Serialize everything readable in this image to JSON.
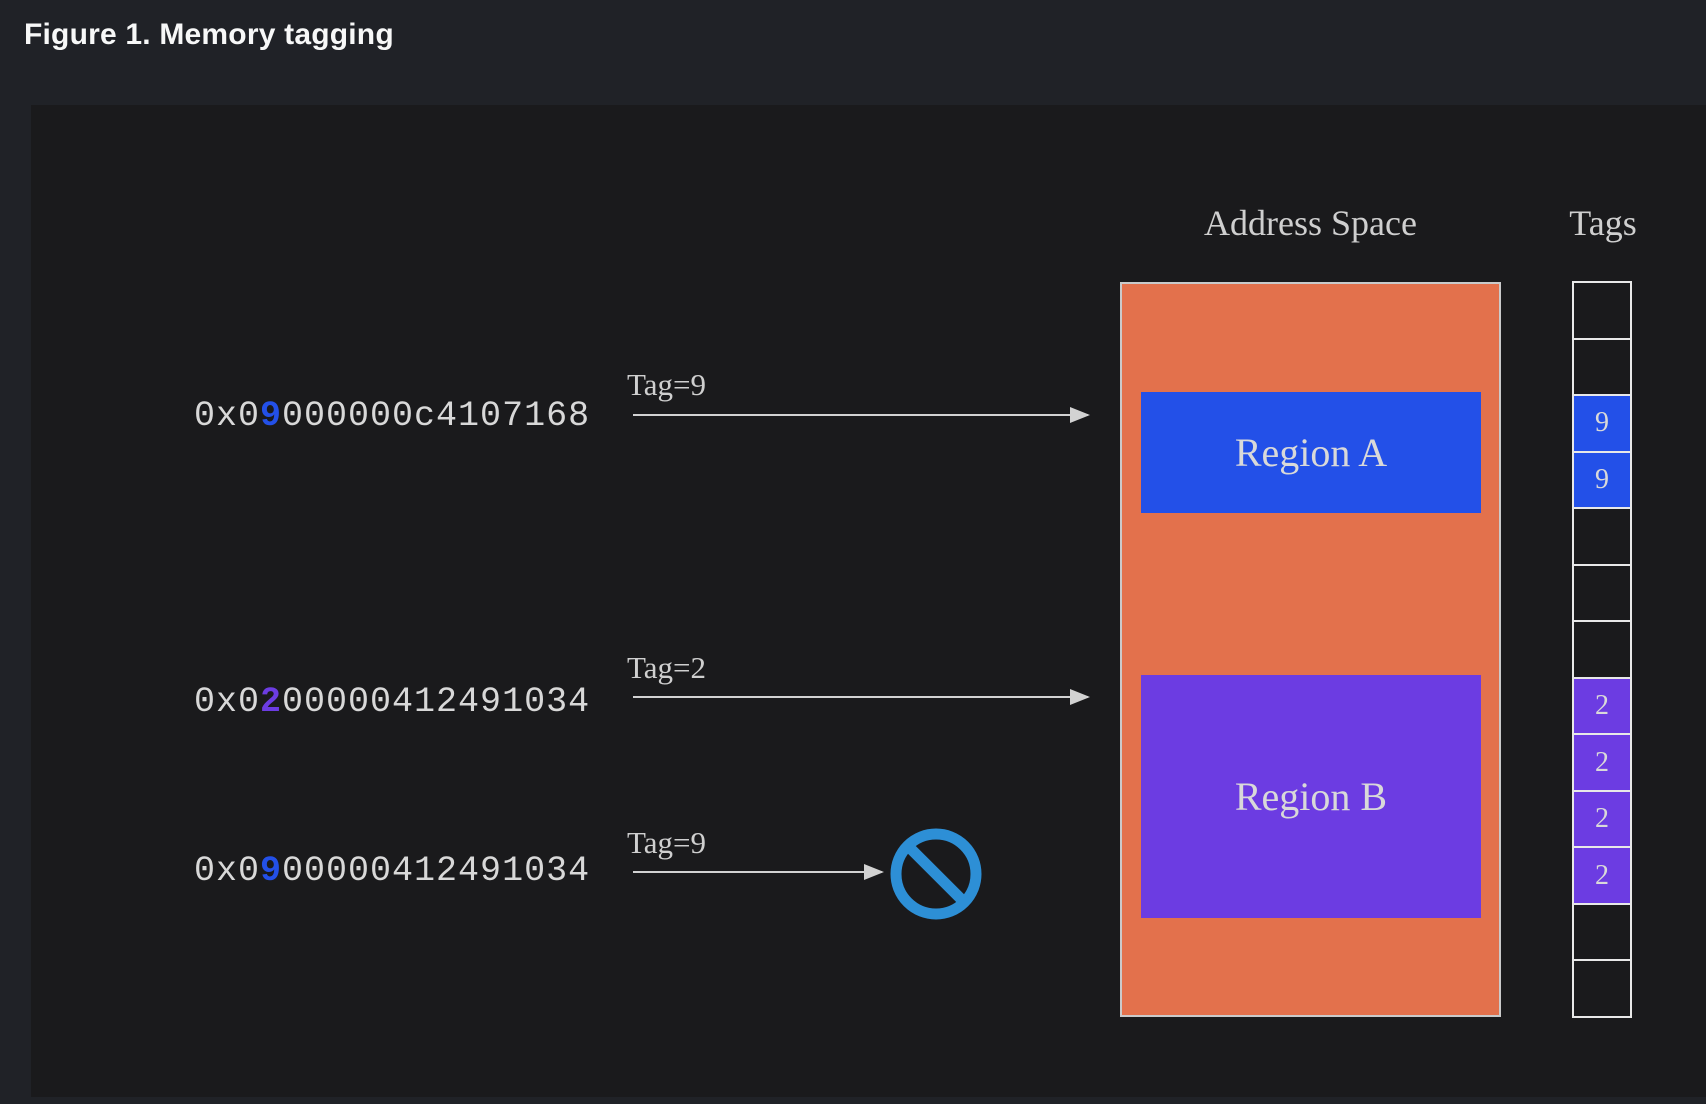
{
  "figure": {
    "title": "Figure 1. Memory tagging"
  },
  "colors": {
    "outer_bg": "#202227",
    "panel_bg": "#1a1a1c",
    "accent_blue": "#2350e8",
    "accent_purple": "#6c3ce2",
    "accent_orange": "#e3714c",
    "prohibit_blue": "#2d8fd6",
    "mono_text": "#d8d8d8",
    "serif_text": "#cfcfcf",
    "arrow_gray": "#d2d2d2",
    "cell_border": "#e8e8e8",
    "title_text": "#f7f8f8",
    "region_label": "#d9d9d9"
  },
  "headers": {
    "address_space": "Address Space",
    "tags": "Tags"
  },
  "rows": [
    {
      "address_prefix": "0x0",
      "address_tag_digit": "9",
      "address_rest": "000000c4107168",
      "tag_label": "Tag=9",
      "tag_color": "blue",
      "result": "allowed-region-a"
    },
    {
      "address_prefix": "0x0",
      "address_tag_digit": "2",
      "address_rest": "00000412491034",
      "tag_label": "Tag=2",
      "tag_color": "purple",
      "result": "allowed-region-b"
    },
    {
      "address_prefix": "0x0",
      "address_tag_digit": "9",
      "address_rest": "00000412491034",
      "tag_label": "Tag=9",
      "tag_color": "blue",
      "result": "denied"
    }
  ],
  "address_space": {
    "regions": [
      {
        "label": "Region A",
        "color": "blue",
        "tag": "9"
      },
      {
        "label": "Region B",
        "color": "purple",
        "tag": "2"
      }
    ]
  },
  "tags_column": {
    "cells": [
      "",
      "",
      "9",
      "9",
      "",
      "",
      "",
      "2",
      "2",
      "2",
      "2",
      "",
      ""
    ]
  }
}
